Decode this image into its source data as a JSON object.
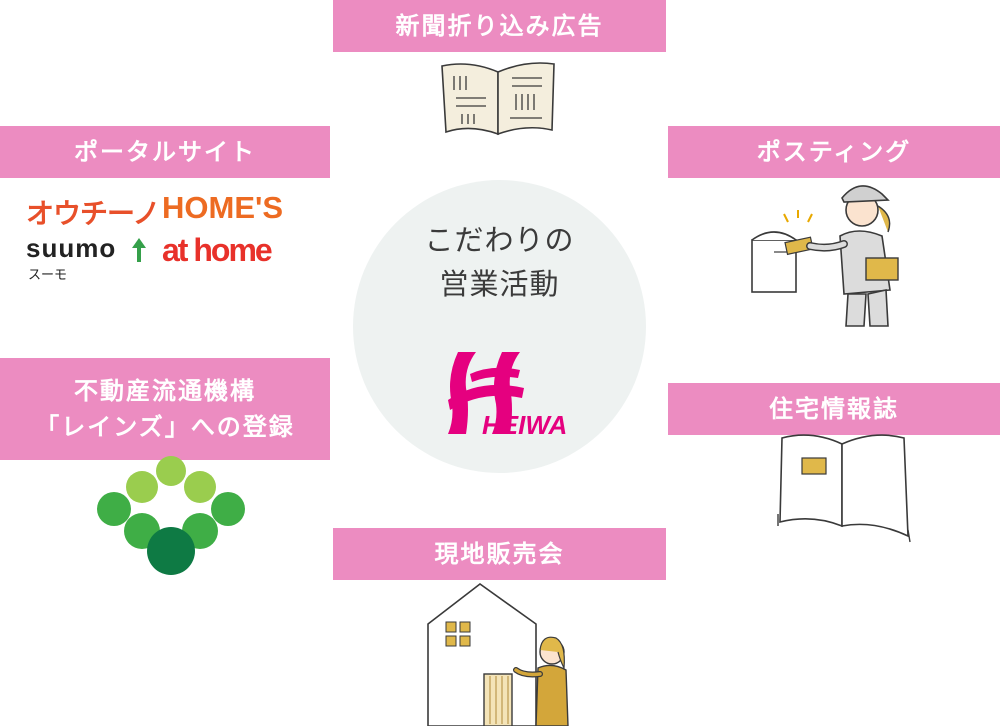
{
  "center": {
    "title_line1": "こだわりの",
    "title_line2": "営業活動",
    "logo_text": "HEIWA"
  },
  "channels": {
    "newspaper": "新聞折り込み広告",
    "portal": "ポータルサイト",
    "posting": "ポスティング",
    "reins_line1": "不動産流通機構",
    "reins_line2": "「レインズ」への登録",
    "magazine": "住宅情報誌",
    "openhouse": "現地販売会"
  },
  "portal_logos": {
    "ouchino": "オウチーノ",
    "homes": "HOME'S",
    "suumo": "SUUMO",
    "suumo_sub": "スーモ",
    "athome": "at home"
  },
  "colors": {
    "label_bg": "#ec8cc1",
    "center_bg": "#eef2f1",
    "heiwa_magenta": "#e5007f",
    "reins_green": "#2d9a44"
  }
}
